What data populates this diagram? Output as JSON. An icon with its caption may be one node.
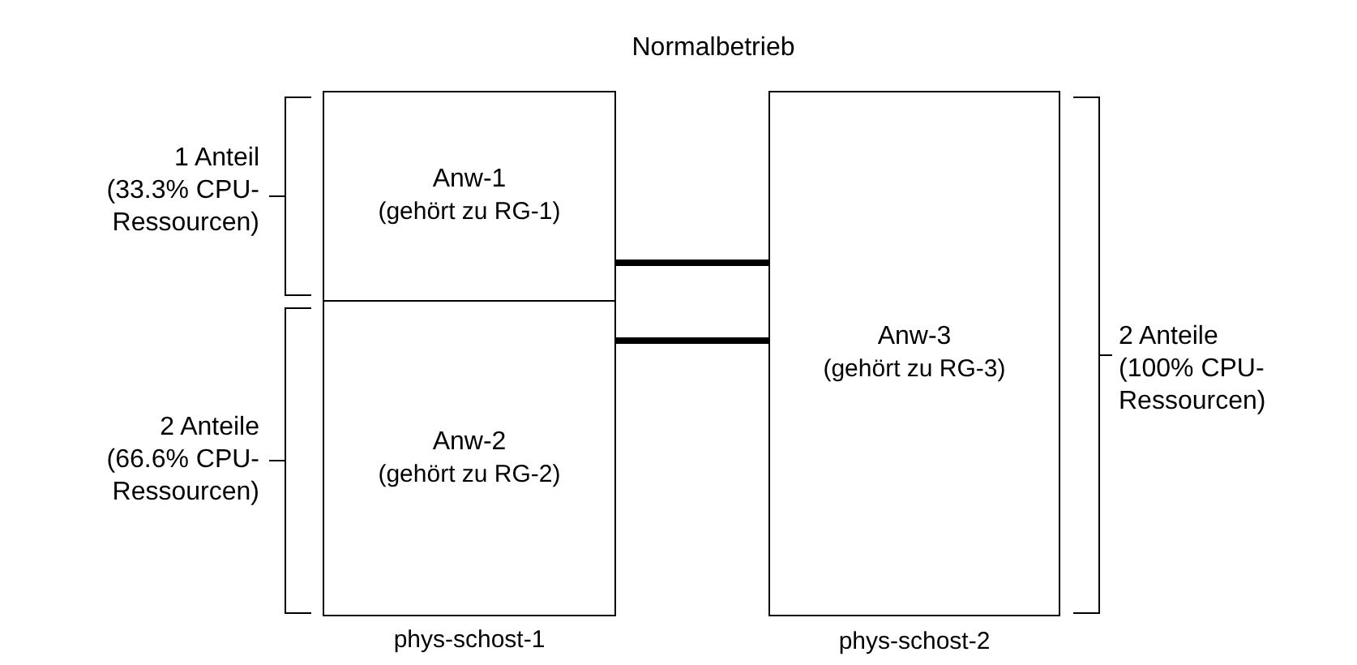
{
  "diagram": {
    "title": "Normalbetrieb",
    "nodes": [
      {
        "text": [
          "Anw-1",
          "(gehört zu RG-1)"
        ]
      },
      {
        "text": [
          "Anw-2",
          "(gehört zu RG-2)"
        ],
        "beside": [
          "phys-schost-1"
        ]
      },
      {
        "text": [
          "Anw-3",
          "(gehört zu RG-3)"
        ],
        "beside": [
          "phys-schost-2"
        ]
      }
    ],
    "edges": [
      {
        "from": 0,
        "to": 2,
        "arrow": "none"
      },
      {
        "from": 1,
        "to": 2,
        "arrow": "none"
      }
    ],
    "labels": [
      "1 Anteil (33.3% CPU-Ressourcen)",
      "2 Anteile (66.6% CPU-Ressourcen)",
      "2 Anteile (100% CPU-Ressourcen)"
    ]
  }
}
